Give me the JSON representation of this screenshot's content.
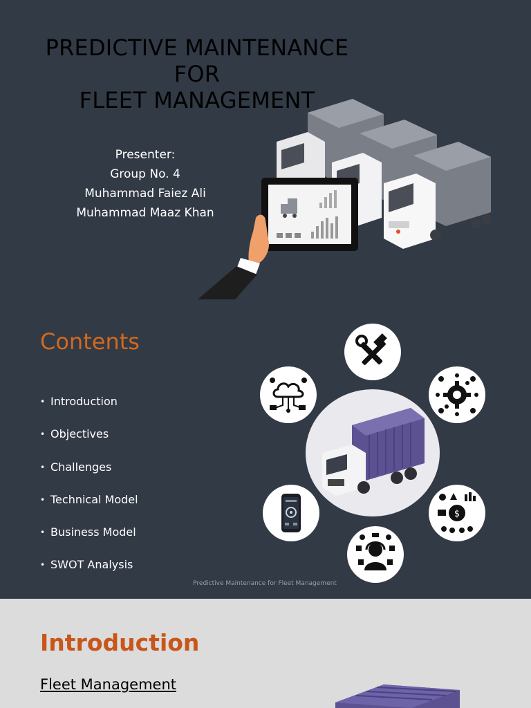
{
  "slide1": {
    "title_lines": [
      "PREDICTIVE MAINTENANCE",
      "FOR",
      "FLEET MANAGEMENT"
    ],
    "presenter": {
      "label": "Presenter:",
      "group": "Group No. 4",
      "members": [
        "Muhammad Faiez Ali",
        "Muhammad Maaz Khan"
      ]
    }
  },
  "slide2": {
    "title": "Contents",
    "items": [
      "Introduction",
      "Objectives",
      "Challenges",
      "Technical Model",
      "Business Model",
      "SWOT Analysis"
    ],
    "footer": "Predictive Maintenance for Fleet Management",
    "icons": [
      "tools-icon",
      "gear-money-icon",
      "finance-team-icon",
      "customer-support-icon",
      "smartphone-icon",
      "cloud-network-icon"
    ]
  },
  "slide3": {
    "title": "Introduction",
    "subtitle": "Fleet Management"
  },
  "colors": {
    "background": "#323a45",
    "accent": "#d2691e",
    "light_slide": "#dcdcdc",
    "truck_purple": "#5c5292"
  }
}
